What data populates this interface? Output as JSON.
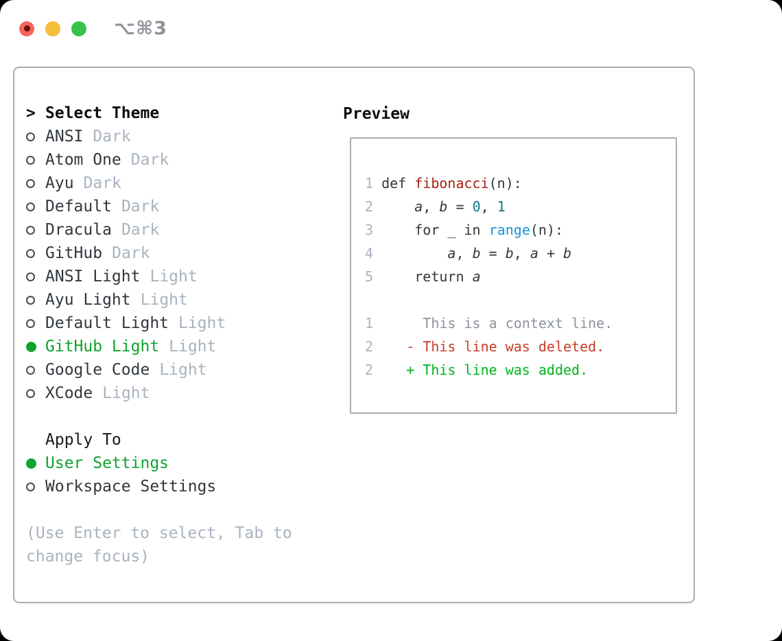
{
  "window": {
    "title_shortcut": "⌥⌘3",
    "traffic_lights": [
      "close",
      "minimize",
      "zoom"
    ]
  },
  "theme_panel": {
    "header": {
      "prompt": ">",
      "label": "Select Theme"
    },
    "themes": [
      {
        "name": "ANSI",
        "variant": "Dark",
        "selected": false
      },
      {
        "name": "Atom One",
        "variant": "Dark",
        "selected": false
      },
      {
        "name": "Ayu",
        "variant": "Dark",
        "selected": false
      },
      {
        "name": "Default",
        "variant": "Dark",
        "selected": false
      },
      {
        "name": "Dracula",
        "variant": "Dark",
        "selected": false
      },
      {
        "name": "GitHub",
        "variant": "Dark",
        "selected": false
      },
      {
        "name": "ANSI Light",
        "variant": "Light",
        "selected": false
      },
      {
        "name": "Ayu Light",
        "variant": "Light",
        "selected": false
      },
      {
        "name": "Default Light",
        "variant": "Light",
        "selected": false
      },
      {
        "name": "GitHub Light",
        "variant": "Light",
        "selected": true
      },
      {
        "name": "Google Code",
        "variant": "Light",
        "selected": false
      },
      {
        "name": "XCode",
        "variant": "Light",
        "selected": false
      }
    ],
    "apply_to": {
      "label": "Apply To",
      "options": [
        {
          "name": "User Settings",
          "selected": true
        },
        {
          "name": "Workspace Settings",
          "selected": false
        }
      ]
    },
    "hint": "(Use Enter to select, Tab to change focus)"
  },
  "preview": {
    "label": "Preview",
    "code_lines": [
      [
        [
          "ln",
          "1"
        ],
        [
          "pl",
          " "
        ],
        [
          "kw",
          "def"
        ],
        [
          "pl",
          " "
        ],
        [
          "fn",
          "fibonacci"
        ],
        [
          "pl",
          "(n):"
        ]
      ],
      [
        [
          "ln",
          "2"
        ],
        [
          "pl",
          "     "
        ],
        [
          "var",
          "a"
        ],
        [
          "pl",
          ", "
        ],
        [
          "var",
          "b"
        ],
        [
          "pl",
          " = "
        ],
        [
          "num",
          "0"
        ],
        [
          "pl",
          ", "
        ],
        [
          "num",
          "1"
        ]
      ],
      [
        [
          "ln",
          "3"
        ],
        [
          "pl",
          "     "
        ],
        [
          "kw",
          "for"
        ],
        [
          "pl",
          " _ "
        ],
        [
          "kw",
          "in"
        ],
        [
          "pl",
          " "
        ],
        [
          "call",
          "range"
        ],
        [
          "pl",
          "(n):"
        ]
      ],
      [
        [
          "ln",
          "4"
        ],
        [
          "pl",
          "         "
        ],
        [
          "var",
          "a"
        ],
        [
          "pl",
          ", "
        ],
        [
          "var",
          "b"
        ],
        [
          "pl",
          " = "
        ],
        [
          "var",
          "b"
        ],
        [
          "pl",
          ", "
        ],
        [
          "var",
          "a"
        ],
        [
          "pl",
          " + "
        ],
        [
          "var",
          "b"
        ]
      ],
      [
        [
          "ln",
          "5"
        ],
        [
          "pl",
          "     "
        ],
        [
          "kw",
          "return"
        ],
        [
          "pl",
          " "
        ],
        [
          "var",
          "a"
        ]
      ],
      [],
      [
        [
          "ln",
          "1"
        ],
        [
          "pl",
          "      "
        ],
        [
          "ctx",
          "This is a context line."
        ]
      ],
      [
        [
          "ln",
          "2"
        ],
        [
          "pl",
          "    "
        ],
        [
          "del",
          "- This line was deleted."
        ]
      ],
      [
        [
          "ln",
          "2"
        ],
        [
          "pl",
          "    "
        ],
        [
          "add",
          "+ This line was added."
        ]
      ]
    ]
  },
  "colors": {
    "selection_green": "#0fa32f",
    "added_green": "#00b31f",
    "deleted_red": "#c93c28",
    "function_red": "#a32112",
    "number_teal": "#0d7680",
    "builtin_blue": "#1598d4",
    "text_dark": "#31373d",
    "muted_gray": "#a9b3bf",
    "context_gray": "#8d939c",
    "border_gray": "#a7aeb9",
    "traffic_red": "#f3655c",
    "traffic_yellow": "#f6bd38",
    "traffic_green": "#36c24b"
  }
}
